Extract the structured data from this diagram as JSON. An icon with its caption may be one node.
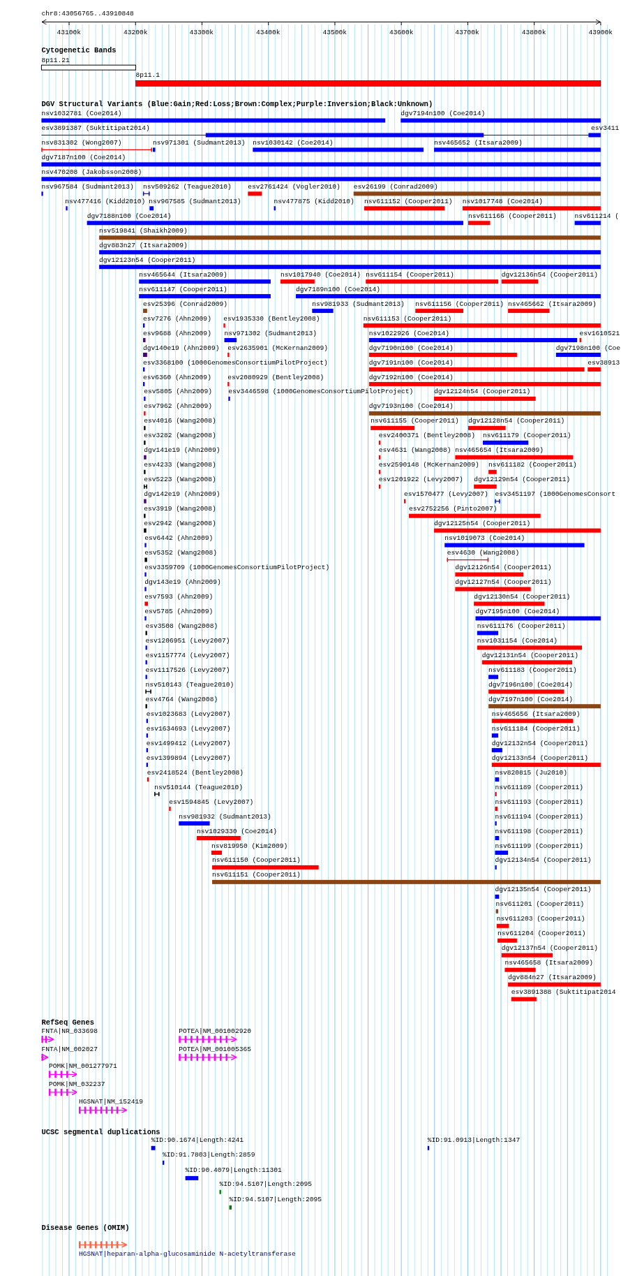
{
  "diagram": {
    "labels": [
      "chr8:43056765..43910848",
      "43100k",
      "43200k",
      "43300k",
      "43400k",
      "43500k",
      "43600k",
      "43700k",
      "43800k",
      "43900k",
      "Cytogenetic Bands",
      "8p11.21",
      "8p11.1",
      "DGV Structural Variants (Blue:Gain;Red:Loss;Brown:Complex;Purple:Inversion;Black:Unknown)",
      "nsv1032781 (Coe2014)",
      "dgv7194n100 (Coe2014)",
      "esv3891387 (Suktitipat2014)",
      "esv3411",
      "nsv831302 (Wong2007)",
      "nsv971301 (Sudmant2013)",
      "nsv1030142 (Coe2014)",
      "nsv465652 (Itsara2009)",
      "dgv7187n100 (Coe2014)",
      "nsv470208 (Jakobsson2008)",
      "nsv967584 (Sudmant2013)",
      "nsv509262 (Teague2010)",
      "esv2761424 (Vogler2010)",
      "esv26199 (Conrad2009)",
      "nsv477416 (Kidd2010)",
      "nsv967585 (Sudmant2013)",
      "nsv477875 (Kidd2010)",
      "nsv611152 (Cooper2011)",
      "nsv1017748 (Coe2014)",
      "dgv7188n100 (Coe2014)",
      "nsv611166 (Cooper2011)",
      "nsv611214 (",
      "nsv519841 (Shaikh2009)",
      "dgv883n27 (Itsara2009)",
      "dgv12123n54 (Cooper2011)",
      "nsv465644 (Itsara2009)",
      "nsv1017940 (Coe2014)",
      "nsv611154 (Cooper2011)",
      "dgv12136n54 (Cooper2011)",
      "nsv611147 (Cooper2011)",
      "dgv7189n100 (Coe2014)",
      "esv25396 (Conrad2009)",
      "nsv981933 (Sudmant2013)",
      "nsv611156 (Cooper2011)",
      "nsv465662 (Itsara2009)",
      "esv7276 (Ahn2009)",
      "esv1935330 (Bentley2008)",
      "nsv611153 (Cooper2011)",
      "esv9688 (Ahn2009)",
      "nsv971302 (Sudmant2013)",
      "nsv1022926 (Coe2014)",
      "esv1610521",
      "dgv140e19 (Ahn2009)",
      "esv2635901 (McKernan2009)",
      "dgv7190n100 (Coe2014)",
      "dgv7198n100 (Coe",
      "esv3368100 (1000GenomesConsortiumPilotProject)",
      "dgv7191n100 (Coe2014)",
      "esv38913",
      "esv6360 (Ahn2009)",
      "esv2080929 (Bentley2008)",
      "dgv7192n100 (Coe2014)",
      "esv5805 (Ahn2009)",
      "esv3446598 (1000GenomesConsortiumPilotProject)",
      "dgv12124n54 (Cooper2011)",
      "esv7962 (Ahn2009)",
      "dgv7193n100 (Coe2014)",
      "esv4016 (Wang2008)",
      "nsv611155 (Cooper2011)",
      "dgv12128n54 (Cooper2011)",
      "esv3282 (Wang2008)",
      "esv2400371 (Bentley2008)",
      "nsv611179 (Cooper2011)",
      "dgv141e19 (Ahn2009)",
      "esv4631 (Wang2008)",
      "nsv465654 (Itsara2009)",
      "esv4233 (Wang2008)",
      "esv2590148 (McKernan2009)",
      "nsv611182 (Cooper2011)",
      "esv5223 (Wang2008)",
      "esv1201922 (Levy2007)",
      "dgv12129n54 (Cooper2011)",
      "dgv142e19 (Ahn2009)",
      "esv1570477 (Levy2007)",
      "esv3451197 (1000GenomesConsort",
      "esv3919 (Wang2008)",
      "esv2752256 (Pinto2007)",
      "esv2942 (Wang2008)",
      "dgv12125n54 (Cooper2011)",
      "esv6442 (Ahn2009)",
      "nsv1019073 (Coe2014)",
      "esv5352 (Wang2008)",
      "esv4630 (Wang2008)",
      "esv3359709 (1000GenomesConsortiumPilotProject)",
      "dgv12126n54 (Cooper2011)",
      "dgv143e19 (Ahn2009)",
      "dgv12127n54 (Cooper2011)",
      "esv7593 (Ahn2009)",
      "dgv12130n54 (Cooper2011)",
      "esv5785 (Ahn2009)",
      "dgv7195n100 (Coe2014)",
      "esv3508 (Wang2008)",
      "nsv611176 (Cooper2011)",
      "esv1206951 (Levy2007)",
      "nsv1031154 (Coe2014)",
      "esv1157774 (Levy2007)",
      "dgv12131n54 (Cooper2011)",
      "esv1117526 (Levy2007)",
      "nsv611183 (Cooper2011)",
      "nsv510143 (Teague2010)",
      "dgv7196n100 (Coe2014)",
      "esv4764 (Wang2008)",
      "dgv7197n100 (Coe2014)",
      "esv1023683 (Levy2007)",
      "nsv465656 (Itsara2009)",
      "esv1634693 (Levy2007)",
      "nsv611184 (Cooper2011)",
      "esv1499412 (Levy2007)",
      "dgv12132n54 (Cooper2011)",
      "esv1399894 (Levy2007)",
      "dgv12133n54 (Cooper2011)",
      "esv2418524 (Bentley2008)",
      "nsv820815 (Ju2010)",
      "nsv510144 (Teague2010)",
      "nsv611189 (Cooper2011)",
      "esv1594845 (Levy2007)",
      "nsv611193 (Cooper2011)",
      "nsv981932 (Sudmant2013)",
      "nsv611194 (Cooper2011)",
      "nsv1029330 (Coe2014)",
      "nsv611198 (Cooper2011)",
      "nsv819950 (Kim2009)",
      "nsv611199 (Cooper2011)",
      "nsv611150 (Cooper2011)",
      "dgv12134n54 (Cooper2011)",
      "nsv611151 (Cooper2011)",
      "dgv12135n54 (Cooper2011)",
      "nsv611201 (Cooper2011)",
      "nsv611203 (Cooper2011)",
      "nsv611204 (Cooper2011)",
      "dgv12137n54 (Cooper2011)",
      "nsv465658 (Itsara2009)",
      "dgv884n27 (Itsara2009)",
      "esv3891388 (Suktitipat2014",
      "RefSeq Genes",
      "FNTA|NR_033698",
      "POTEA|NM_001002920",
      "FNTA|NM_002027",
      "POTEA|NM_001005365",
      "POMK|NM_001277971",
      "POMK|NM_032237",
      "HGSNAT|NM_152419",
      "UCSC segmental duplications",
      "%ID:90.1674|Length:4241",
      "%ID:91.0913|Length:1347",
      "%ID:91.7803|Length:2859",
      "%ID:90.4079|Length:11301",
      "%ID:94.5107|Length:2095",
      "%ID:94.5107|Length:2095",
      "Disease Genes (OMIM)",
      "HGSNAT|heparan-alpha-glucosaminide N-acetyltransferase"
    ]
  }
}
